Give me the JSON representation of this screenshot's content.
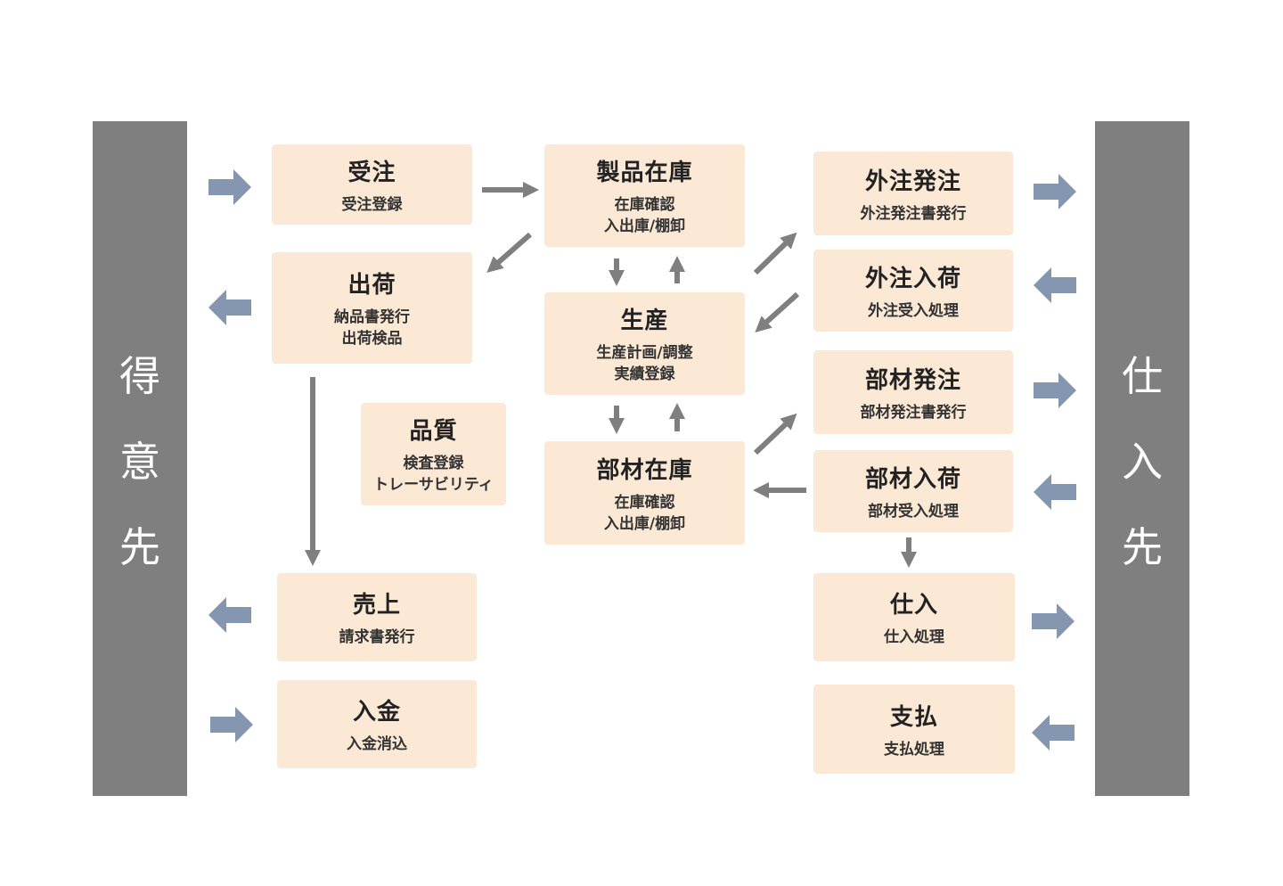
{
  "left_party": {
    "chars": [
      "得",
      "意",
      "先"
    ]
  },
  "right_party": {
    "chars": [
      "仕",
      "入",
      "先"
    ]
  },
  "boxes": {
    "juchu": {
      "title": "受注",
      "lines": [
        "受注登録"
      ]
    },
    "shukka": {
      "title": "出荷",
      "lines": [
        "納品書発行",
        "出荷検品"
      ]
    },
    "hinshitsu": {
      "title": "品質",
      "lines": [
        "検査登録",
        "トレーサビリティ"
      ]
    },
    "uriage": {
      "title": "売上",
      "lines": [
        "請求書発行"
      ]
    },
    "nyukin": {
      "title": "入金",
      "lines": [
        "入金消込"
      ]
    },
    "seihin": {
      "title": "製品在庫",
      "lines": [
        "在庫確認",
        "入出庫/棚卸"
      ]
    },
    "seisan": {
      "title": "生産",
      "lines": [
        "生産計画/調整",
        "実績登録"
      ]
    },
    "buzai_zaiko": {
      "title": "部材在庫",
      "lines": [
        "在庫確認",
        "入出庫/棚卸"
      ]
    },
    "gaichu_hatchu": {
      "title": "外注発注",
      "lines": [
        "外注発注書発行"
      ]
    },
    "gaichu_nyuka": {
      "title": "外注入荷",
      "lines": [
        "外注受入処理"
      ]
    },
    "buzai_hatchu": {
      "title": "部材発注",
      "lines": [
        "部材発注書発行"
      ]
    },
    "buzai_nyuka": {
      "title": "部材入荷",
      "lines": [
        "部材受入処理"
      ]
    },
    "shiire": {
      "title": "仕入",
      "lines": [
        "仕入処理"
      ]
    },
    "shiharai": {
      "title": "支払",
      "lines": [
        "支払処理"
      ]
    }
  },
  "colors": {
    "box": "#fbe9d5",
    "party": "#7f7f7f",
    "blue_arrow": "#8496b0",
    "gray_arrow": "#7f7f7f"
  }
}
